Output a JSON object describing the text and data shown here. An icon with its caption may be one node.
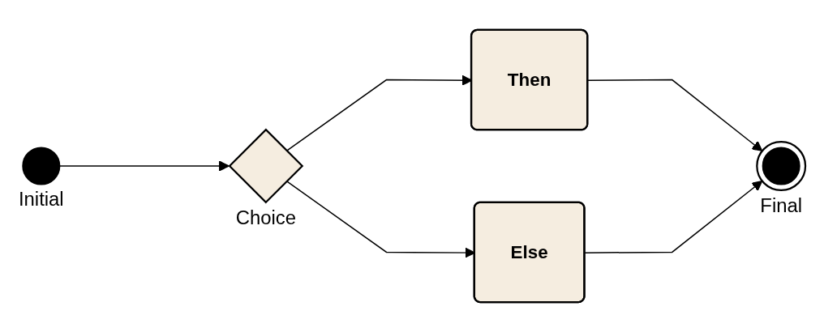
{
  "diagram": {
    "nodes": [
      {
        "text": [],
        "shape": "circle",
        "beside": [
          "Initial"
        ]
      },
      {
        "text": [],
        "shape": "diamond",
        "beside": [
          "Choice"
        ]
      },
      {
        "text": [
          "Then"
        ]
      },
      {
        "text": [
          "Else"
        ]
      },
      {
        "text": [],
        "shape": "circle",
        "beside": [
          "Final"
        ]
      }
    ],
    "edges": [
      {
        "from": 0,
        "to": 1,
        "arrow": "to"
      },
      {
        "from": 1,
        "to": 2,
        "arrow": "to"
      },
      {
        "from": 1,
        "to": 3,
        "arrow": "to"
      },
      {
        "from": 2,
        "to": 4,
        "arrow": "to"
      },
      {
        "from": 3,
        "to": 4,
        "arrow": "to"
      }
    ]
  }
}
